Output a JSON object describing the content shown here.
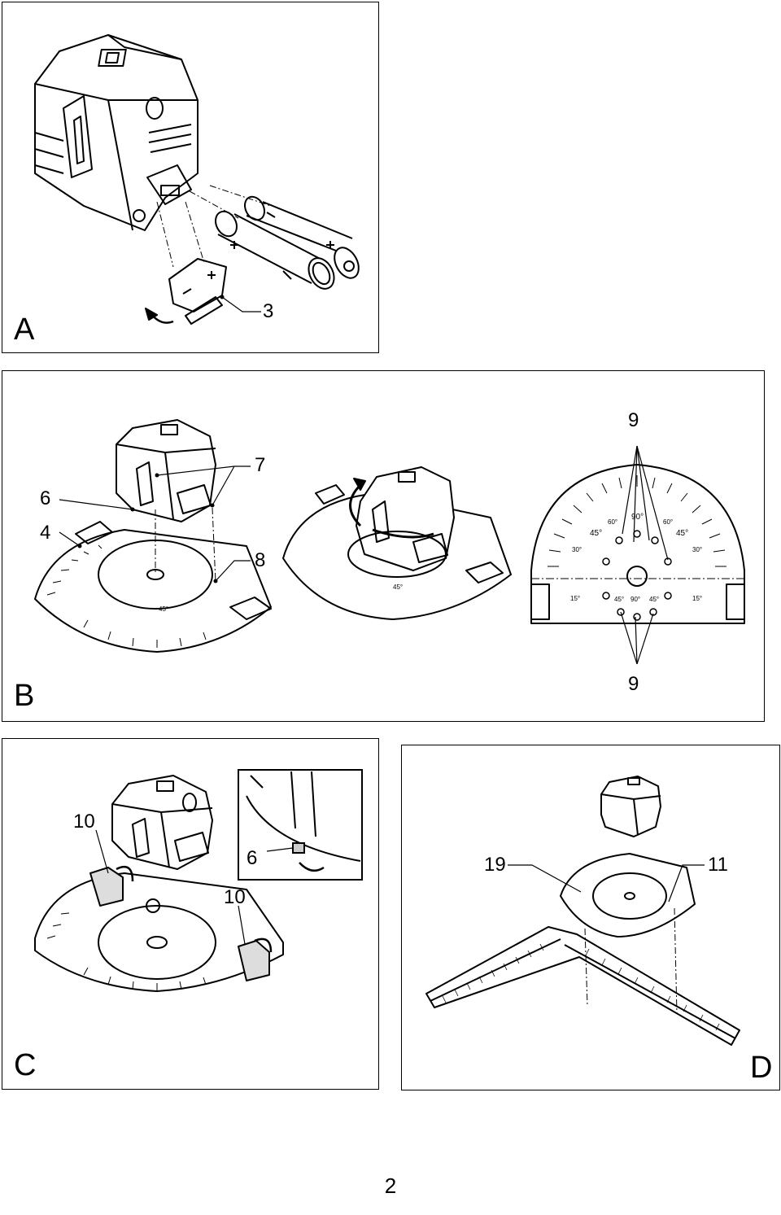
{
  "panels": {
    "a": {
      "letter": "A",
      "callouts": {
        "battery_cover": "3"
      }
    },
    "b": {
      "letter": "B",
      "callouts": {
        "left_top": "7",
        "left_mid": "6",
        "left_low": "4",
        "left_ring": "8",
        "right_top": "9",
        "right_bottom": "9"
      },
      "scale_marks": {
        "deg90": "90°",
        "deg45": "45°",
        "deg15": "15°",
        "deg60": "60°",
        "deg30": "30°"
      }
    },
    "c": {
      "letter": "C",
      "callouts": {
        "clip_upper": "10",
        "clip_lower": "10",
        "inset": "6"
      }
    },
    "d": {
      "letter": "D",
      "callouts": {
        "base": "19",
        "ruler": "11"
      }
    }
  },
  "page_number": "2"
}
